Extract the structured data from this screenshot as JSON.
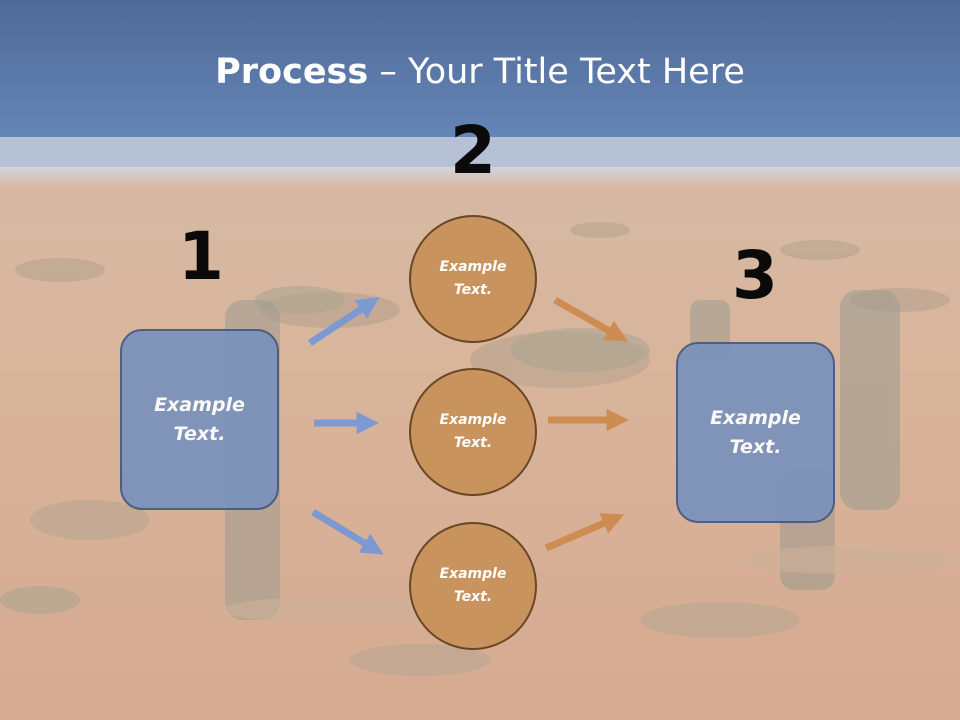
{
  "title": {
    "bold": "Process",
    "rest": " – Your Title Text Here"
  },
  "steps": [
    "1",
    "2",
    "3"
  ],
  "left_box": "Example\nText.",
  "right_box": "Example\nText.",
  "circles": [
    "Example\nText.",
    "Example\nText.",
    "Example\nText."
  ],
  "colors": {
    "header": "#6585b7",
    "box_fill": "#7992bc",
    "circle_fill": "#c8935d",
    "blue_arrow": "#7c9ad1",
    "orange_arrow": "#cf8c52"
  }
}
